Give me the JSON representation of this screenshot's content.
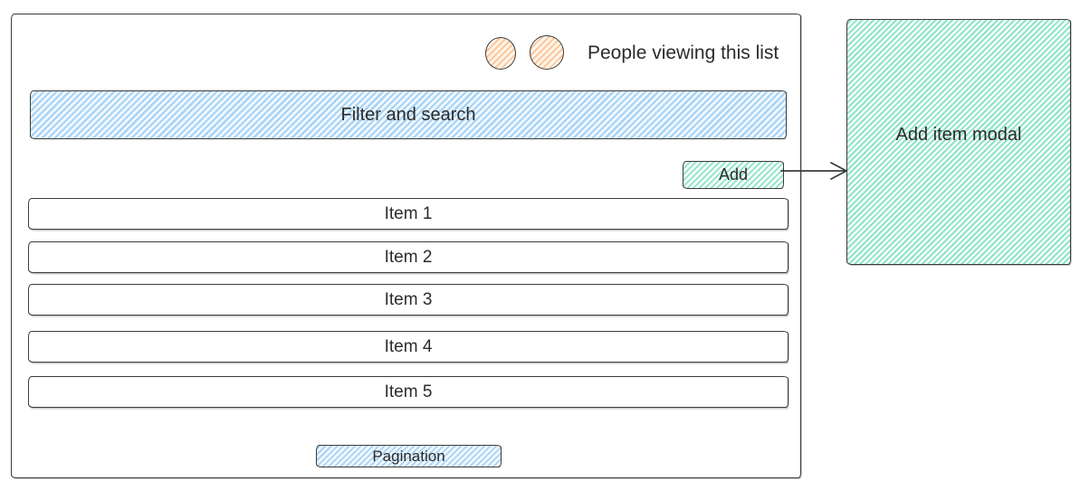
{
  "viewers": {
    "label": "People viewing this list",
    "avatar_count": 2
  },
  "list_panel": {
    "filter_bar_label": "Filter and search",
    "add_button_label": "Add",
    "items": [
      "Item 1",
      "Item 2",
      "Item 3",
      "Item 4",
      "Item 5"
    ],
    "pagination_label": "Pagination"
  },
  "modal": {
    "label": "Add item modal"
  },
  "colors": {
    "stroke": "#3b3b3b",
    "blue": "#a8d3f5",
    "green": "#8fe4c6",
    "orange": "#ffc89a",
    "text": "#2b2b2b"
  }
}
